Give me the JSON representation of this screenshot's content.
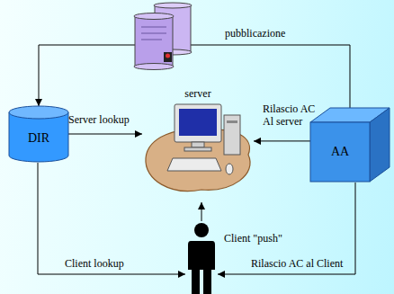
{
  "diagram": {
    "nodes": [
      {
        "text": [
          "DIR"
        ]
      },
      {
        "text": [
          "server"
        ]
      },
      {
        "text": [
          "AA"
        ]
      }
    ],
    "edges": [
      {
        "from": 0,
        "to": 1,
        "arrow": "to",
        "label": "Server lookup"
      },
      {
        "from": 2,
        "to": 1,
        "arrow": "to",
        "label": "Rilascio AC Al server"
      },
      {
        "from": 2,
        "to": 0,
        "arrow": "to",
        "label": "pubblicazione"
      }
    ],
    "labels": [
      "Client \"push\"",
      "Client lookup",
      "Rilascio AC al Client"
    ]
  }
}
